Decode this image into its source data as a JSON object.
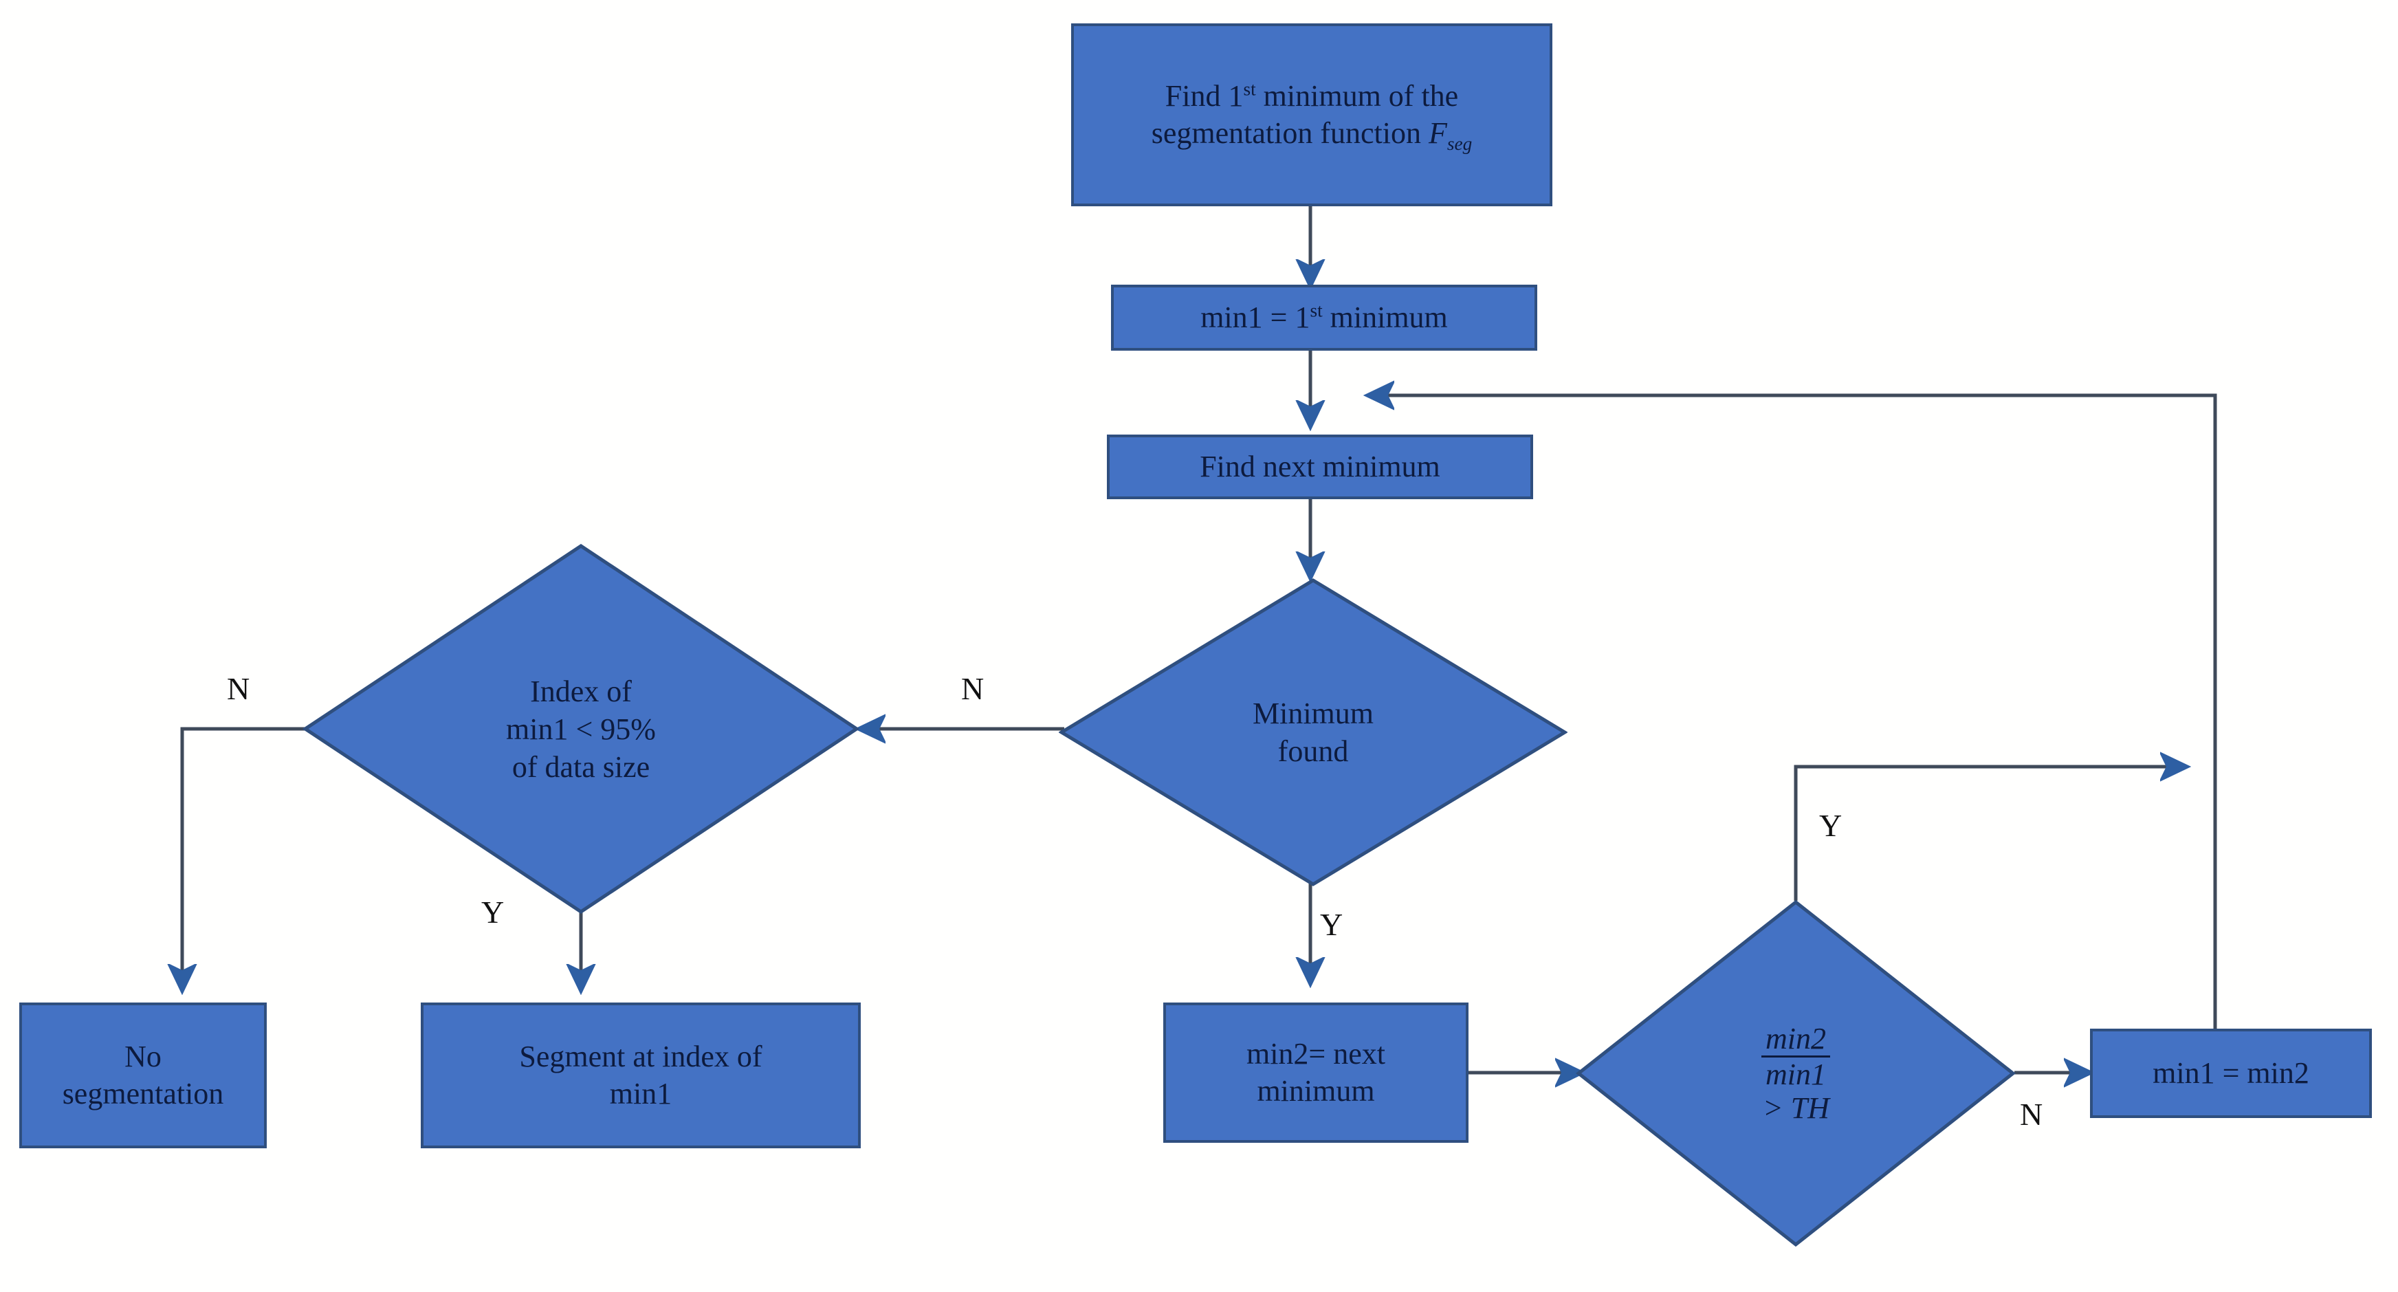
{
  "diagram": {
    "type": "flowchart",
    "title": "Segmentation minimum-search flowchart",
    "colors": {
      "node_fill": "#4472c4",
      "node_border": "#2f4f7f",
      "text": "#0d1b3e",
      "connector": "#3f4a5a",
      "arrowhead": "#2e5fa3",
      "background": "#ffffff"
    }
  },
  "nodes": {
    "find_first_min": {
      "shape": "process",
      "line1_a": "Find 1",
      "line1_sup": "st",
      "line1_b": " minimum of the",
      "line2_a": "segmentation function ",
      "line2_var": "F",
      "line2_sub": "seg"
    },
    "min1_assign": {
      "shape": "process",
      "a": "min1 = 1",
      "sup": "st",
      "b": " minimum"
    },
    "find_next_min": {
      "shape": "process",
      "label": "Find next minimum"
    },
    "index_check": {
      "shape": "decision",
      "line1": "Index of",
      "line2": "min1 < 95%",
      "line3": "of data size"
    },
    "minimum_found": {
      "shape": "decision",
      "line1": "Minimum",
      "line2": "found"
    },
    "ratio_check": {
      "shape": "decision",
      "numerator": "min2",
      "denominator": "min1",
      "comparison": "> TH"
    },
    "no_segmentation": {
      "shape": "process",
      "line1": "No",
      "line2": "segmentation"
    },
    "segment_at_index": {
      "shape": "process",
      "line1": "Segment at index of",
      "line2": "min1"
    },
    "min2_assign": {
      "shape": "process",
      "line1": "min2= next",
      "line2": "minimum"
    },
    "min1_eq_min2": {
      "shape": "process",
      "label": "min1 = min2"
    }
  },
  "edge_labels": {
    "index_check_no": "N",
    "index_check_yes": "Y",
    "minimum_found_no": "N",
    "minimum_found_yes": "Y",
    "ratio_check_yes": "Y",
    "ratio_check_no": "N"
  },
  "edges": [
    {
      "from": "find_first_min",
      "to": "min1_assign",
      "label": ""
    },
    {
      "from": "min1_assign",
      "to": "find_next_min",
      "label": ""
    },
    {
      "from": "find_next_min",
      "to": "minimum_found",
      "label": ""
    },
    {
      "from": "minimum_found",
      "to": "index_check",
      "label": "N"
    },
    {
      "from": "minimum_found",
      "to": "min2_assign",
      "label": "Y"
    },
    {
      "from": "index_check",
      "to": "no_segmentation",
      "label": "N"
    },
    {
      "from": "index_check",
      "to": "segment_at_index",
      "label": "Y"
    },
    {
      "from": "min2_assign",
      "to": "ratio_check",
      "label": ""
    },
    {
      "from": "ratio_check",
      "to": "find_next_min",
      "label": "Y"
    },
    {
      "from": "ratio_check",
      "to": "min1_eq_min2",
      "label": "N"
    },
    {
      "from": "min1_eq_min2",
      "to": "find_next_min",
      "label": ""
    }
  ]
}
